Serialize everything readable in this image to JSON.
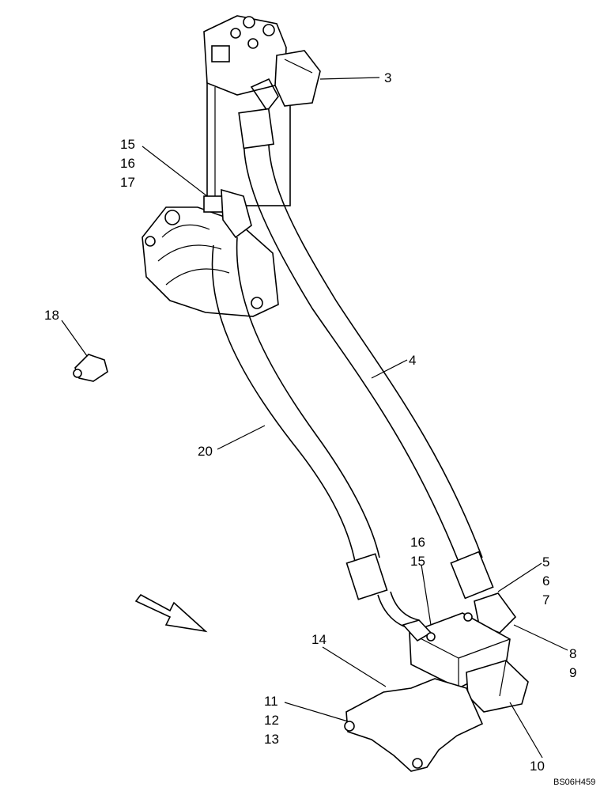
{
  "diagram": {
    "callouts": [
      {
        "id": "c3",
        "lines": [
          "3"
        ]
      },
      {
        "id": "c15-16-17",
        "lines": [
          "15",
          "16",
          "17"
        ]
      },
      {
        "id": "c18",
        "lines": [
          "18"
        ]
      },
      {
        "id": "c4",
        "lines": [
          "4"
        ]
      },
      {
        "id": "c20",
        "lines": [
          "20"
        ]
      },
      {
        "id": "c16-15",
        "lines": [
          "16",
          "15"
        ]
      },
      {
        "id": "c5-6-7",
        "lines": [
          "5",
          "6",
          "7"
        ]
      },
      {
        "id": "c8-9",
        "lines": [
          "8",
          "9"
        ]
      },
      {
        "id": "c14",
        "lines": [
          "14"
        ]
      },
      {
        "id": "c11-12-13",
        "lines": [
          "11",
          "12",
          "13"
        ]
      },
      {
        "id": "c10",
        "lines": [
          "10"
        ]
      }
    ],
    "reference": "BS06H459"
  }
}
